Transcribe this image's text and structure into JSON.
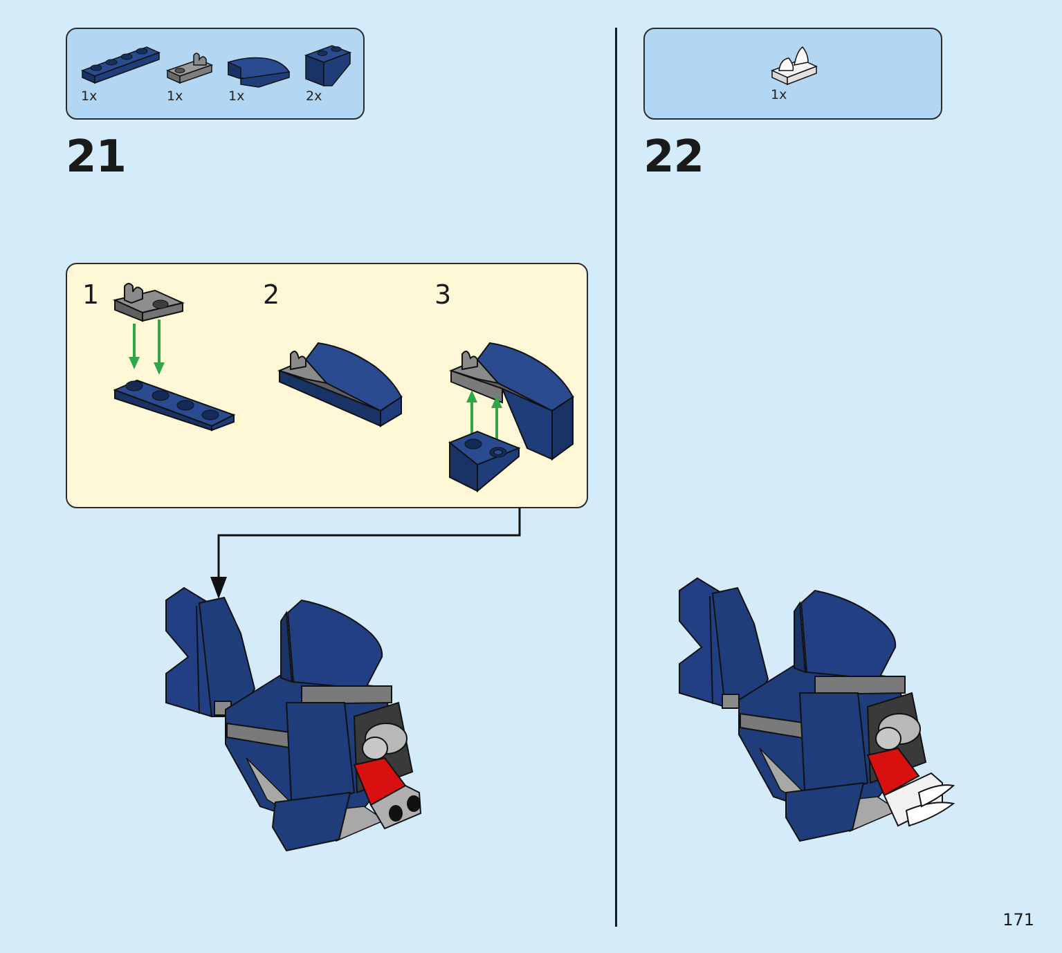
{
  "step21": {
    "number": "21",
    "parts": [
      {
        "qty": "1x",
        "icon": "dark-blue-plate-1x4-icon"
      },
      {
        "qty": "1x",
        "icon": "gray-clip-plate-icon"
      },
      {
        "qty": "1x",
        "icon": "dark-blue-curved-slope-icon"
      },
      {
        "qty": "2x",
        "icon": "dark-blue-slope-brick-icon"
      }
    ],
    "substeps": [
      "1",
      "2",
      "3"
    ]
  },
  "step22": {
    "number": "22",
    "parts": [
      {
        "qty": "1x",
        "icon": "white-tooth-plate-icon"
      }
    ]
  },
  "page_number": "171",
  "colors": {
    "background": "#d4ebfa",
    "parts_box": "#b3d6f3",
    "substep_box": "#fff8d6",
    "dark_blue": "#1f3d7a",
    "gray": "#8a8a8a",
    "red": "#d91010",
    "arrow_green": "#2fa64a"
  }
}
